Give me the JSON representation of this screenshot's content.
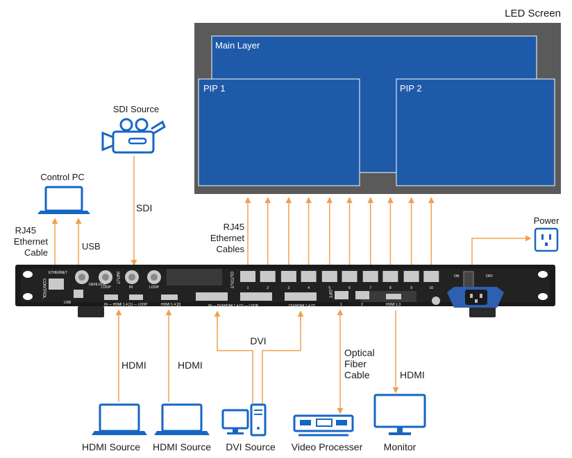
{
  "colors": {
    "screen_bg": "#5a5a5a",
    "layer_blue": "#1f5aa8",
    "layer_border": "#ffffff",
    "connector_orange": "#f0a050",
    "icon_blue": "#1666c4",
    "device_body": "#1a1a1a",
    "text": "#1a1a1a"
  },
  "screen": {
    "title": "LED Screen",
    "main_layer": "Main Layer",
    "pip1": "PIP 1",
    "pip2": "PIP 2"
  },
  "left": {
    "control_pc": "Control PC",
    "rj45_line1": "RJ45",
    "rj45_line2": "Ethernet",
    "rj45_line3": "Cable",
    "usb": "USB",
    "sdi_source": "SDI Source",
    "sdi": "SDI"
  },
  "middle": {
    "rj45_line1": "RJ45",
    "rj45_line2": "Ethernet",
    "rj45_line3": "Cables",
    "output_count": 10
  },
  "right": {
    "power": "Power"
  },
  "device": {
    "control_tag": "CONTROL",
    "ethernet": "ETHERNET",
    "usb": "USB",
    "genlock": "GENLOCK",
    "loop": "LOOP",
    "input_tag": "INPUT",
    "in": "IN",
    "sdi_loop": "LOOP",
    "hdmi1": "IN — HDMI 1.4 [1] — LOOP",
    "hdmi2": "HDMI 1.4 [2]",
    "dvi1": "IN — DVI/HDMI 1.4 [1] — LOOP",
    "dvi2": "DVI/HDMI 1.4 [2]",
    "output_tag": "OUTPUT",
    "opt_tag": "OPT",
    "opt_ports": [
      "1",
      "2"
    ],
    "hdmi13": "HDMI 1.3",
    "port_numbers": [
      "1",
      "2",
      "3",
      "4",
      "5",
      "6",
      "7",
      "8",
      "9",
      "10"
    ],
    "on": "ON",
    "off": "OFF"
  },
  "bottom": {
    "hdmi_label_1": "HDMI",
    "hdmi_label_2": "HDMI",
    "dvi_label": "DVI",
    "optical_line1": "Optical",
    "optical_line2": "Fiber",
    "optical_line3": "Cable",
    "hdmi_label_3": "HDMI",
    "source1": "HDMI Source",
    "source2": "HDMI Source",
    "source3": "DVI Source",
    "source4": "Video Processer",
    "source5": "Monitor"
  }
}
